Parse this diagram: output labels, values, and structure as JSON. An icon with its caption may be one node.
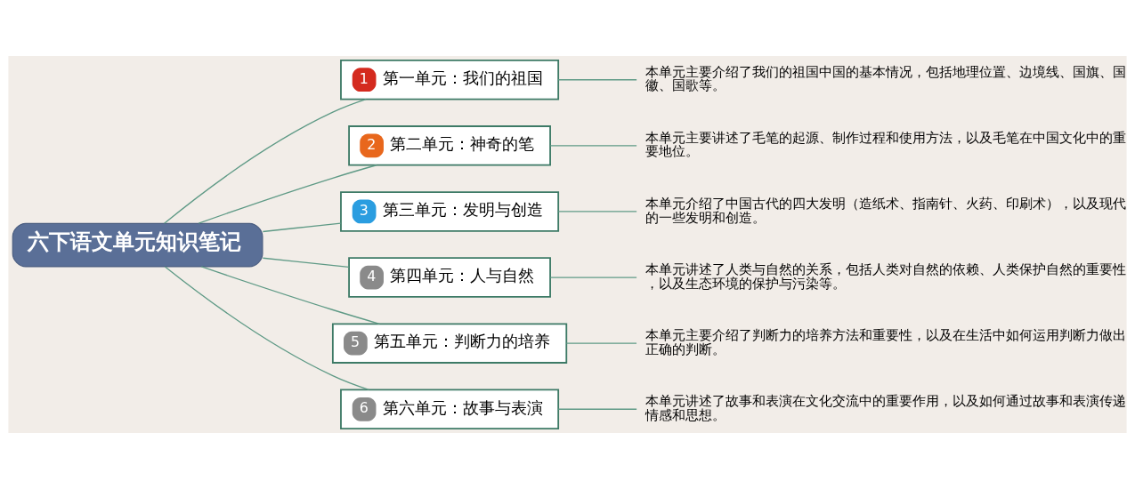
{
  "diagram": {
    "nodes": [
      {
        "text": [
          "六下语文单元知识笔记"
        ]
      },
      {
        "text": [
          "1",
          "第一单元：我们的祖国"
        ]
      },
      {
        "text": [
          "本单元主要介绍了我们的祖国中国的基本情况，包括地理位置、边境线、国旗、国徽、国歌等。"
        ]
      },
      {
        "text": [
          "2",
          "第二单元：神奇的笔"
        ]
      },
      {
        "text": [
          "本单元主要讲述了毛笔的起源、制作过程和使用方法，以及毛笔在中国文化中的重要地位。"
        ]
      },
      {
        "text": [
          "3",
          "第三单元：发明与创造"
        ]
      },
      {
        "text": [
          "本单元介绍了中国古代的四大发明（造纸术、指南针、火药、印刷术），以及现代的一些发明和创造。"
        ]
      },
      {
        "text": [
          "4",
          "第四单元：人与自然"
        ]
      },
      {
        "text": [
          "本单元讲述了人类与自然的关系，包括人类对自然的依赖、人类保护自然的重要性，以及生态环境的保护与污染等。"
        ]
      },
      {
        "text": [
          "5",
          "第五单元：判断力的培养"
        ]
      },
      {
        "text": [
          "本单元主要介绍了判断力的培养方法和重要性，以及在生活中如何运用判断力做出正确的判断。"
        ]
      },
      {
        "text": [
          "6",
          "第六单元：故事与表演"
        ]
      },
      {
        "text": [
          "本单元讲述了故事和表演在文化交流中的重要作用，以及如何通过故事和表演传递情感和思想。"
        ]
      }
    ],
    "edges": [
      {
        "from": 0,
        "to": 1,
        "arrow": "none"
      },
      {
        "from": 0,
        "to": 3,
        "arrow": "none"
      },
      {
        "from": 0,
        "to": 5,
        "arrow": "none"
      },
      {
        "from": 0,
        "to": 7,
        "arrow": "none"
      },
      {
        "from": 0,
        "to": 9,
        "arrow": "none"
      },
      {
        "from": 0,
        "to": 11,
        "arrow": "none"
      },
      {
        "from": 1,
        "to": 2,
        "arrow": "none"
      },
      {
        "from": 3,
        "to": 4,
        "arrow": "none"
      },
      {
        "from": 5,
        "to": 6,
        "arrow": "none"
      },
      {
        "from": 7,
        "to": 8,
        "arrow": "none"
      },
      {
        "from": 9,
        "to": 10,
        "arrow": "none"
      },
      {
        "from": 11,
        "to": 12,
        "arrow": "none"
      }
    ]
  }
}
